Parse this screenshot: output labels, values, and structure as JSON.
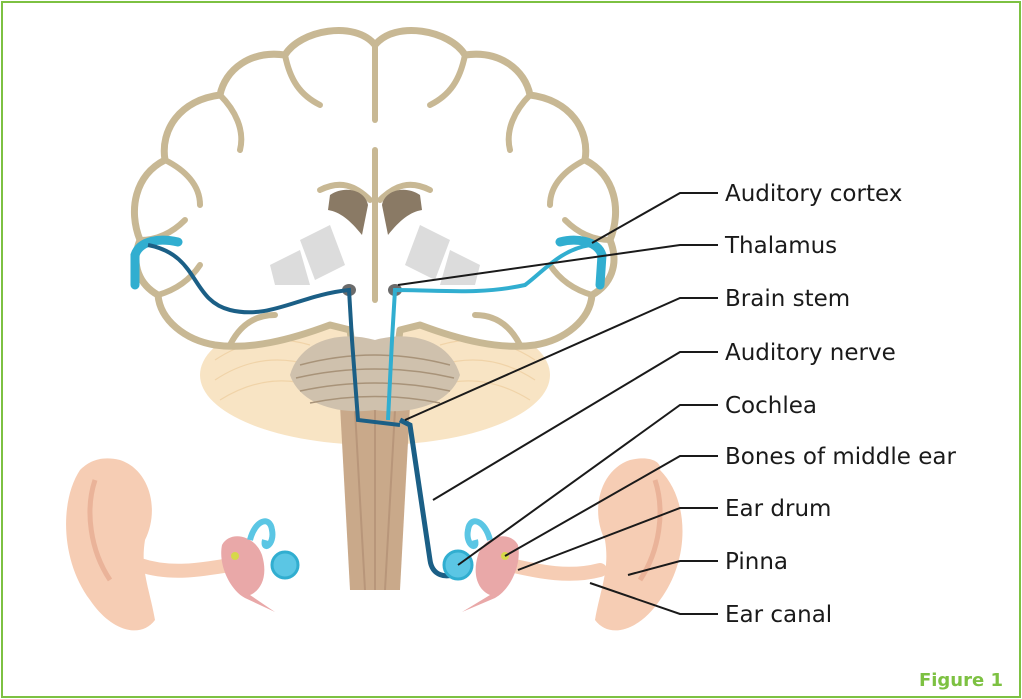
{
  "labels": {
    "auditory_cortex": "Auditory cortex",
    "thalamus": "Thalamus",
    "brain_stem": "Brain stem",
    "auditory_nerve": "Auditory nerve",
    "cochlea": "Cochlea",
    "bones_middle_ear": "Bones of middle ear",
    "ear_drum": "Ear drum",
    "pinna": "Pinna",
    "ear_canal": "Ear canal"
  },
  "figure_caption": "Figure 1",
  "colors": {
    "frame": "#7dc142",
    "brain_outline": "#c8b894",
    "pathway_dark": "#1b5f86",
    "pathway_light": "#31aed0",
    "skin": "#f6cdb4",
    "cerebellum": "#f8e4c4"
  }
}
